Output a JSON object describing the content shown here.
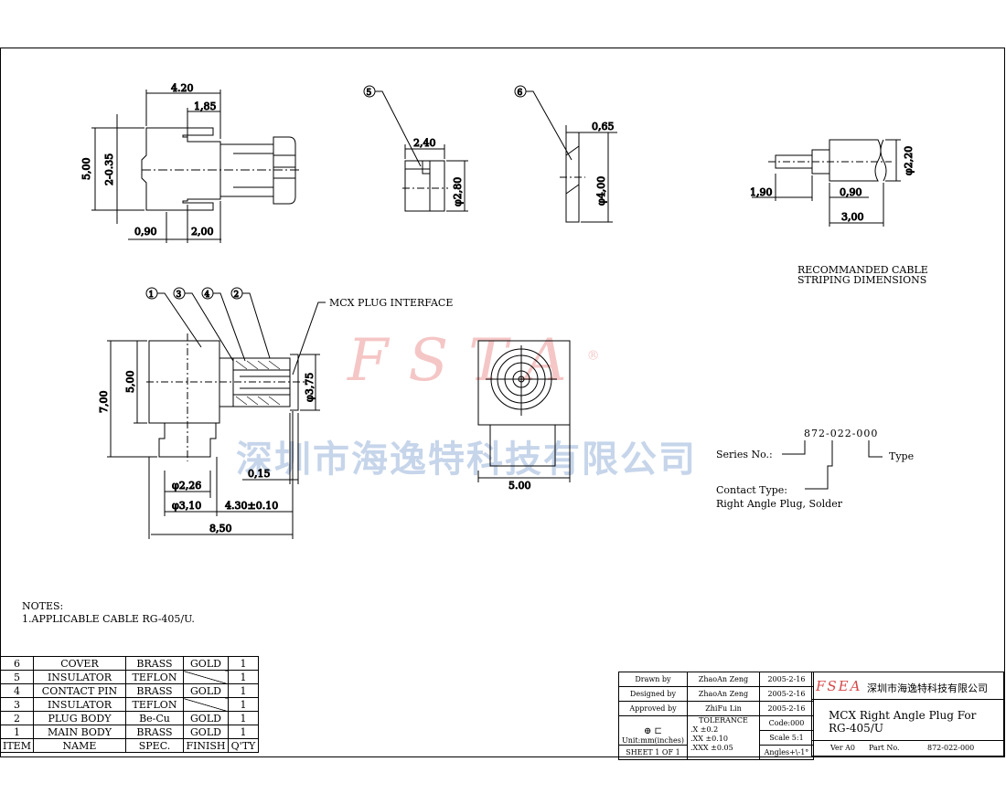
{
  "watermark": {
    "logo": "FSTA",
    "reg": "®",
    "company_cn": "深圳市海逸特科技有限公司"
  },
  "dims": {
    "d420": "4.20",
    "d185": "1,85",
    "d500a": "5,00",
    "d2035": "2-0.35",
    "d090a": "0,90",
    "d200": "2,00",
    "d240": "2,40",
    "d280": "φ2,80",
    "d065": "0,65",
    "d400": "φ4,00",
    "d220": "φ2,20",
    "d190": "1,90",
    "d090b": "0,90",
    "d300": "3,00",
    "d700": "7,00",
    "d500b": "5,00",
    "d375": "φ3,75",
    "d015": "0,15",
    "d226": "φ2,26",
    "d310": "φ3,10",
    "d430": "4.30±0.10",
    "d850": "8,50",
    "d500c": "5.00"
  },
  "callouts": {
    "c1": "1",
    "c2": "2",
    "c3": "3",
    "c4": "4",
    "c5": "5",
    "c6": "6"
  },
  "labels": {
    "mcx_interface": "MCX PLUG INTERFACE",
    "rec_line1": "RECOMMANDED CABLE",
    "rec_line2": "STRIPING DIMENSIONS",
    "part_no": "872-022-000",
    "series_no": "Series No.:",
    "type": "Type",
    "contact_type": "Contact Type:",
    "contact_value": "Right Angle Plug, Solder"
  },
  "notes": {
    "title": "NOTES:",
    "line1": "1.APPLICABLE CABLE RG-405/U."
  },
  "bom": {
    "header": [
      "ITEM",
      "NAME",
      "SPEC.",
      "FINISH",
      "Q'TY"
    ],
    "rows": [
      [
        "6",
        "COVER",
        "BRASS",
        "GOLD",
        "1"
      ],
      [
        "5",
        "INSULATOR",
        "TEFLON",
        "",
        "1"
      ],
      [
        "4",
        "CONTACT PIN",
        "BRASS",
        "GOLD",
        "1"
      ],
      [
        "3",
        "INSULATOR",
        "TEFLON",
        "",
        "1"
      ],
      [
        "2",
        "PLUG BODY",
        "Be-Cu",
        "GOLD",
        "1"
      ],
      [
        "1",
        "MAIN BODY",
        "BRASS",
        "GOLD",
        "1"
      ]
    ]
  },
  "title_block": {
    "drawn_label": "Drawn   by",
    "drawn_name": "ZhaoAn Zeng",
    "drawn_date": "2005-2-16",
    "designed_label": "Designed  by",
    "designed_name": "ZhaoAn Zeng",
    "designed_date": "2005-2-16",
    "approved_label": "Approved by",
    "approved_name": "ZhiFu Lin",
    "approved_date": "2005-2-16",
    "units": "Unit:mm(inches)",
    "tolerance": "TOLERANCE",
    "tol_x": ".X      ±0.2",
    "tol_xx": ".XX     ±0.10",
    "tol_xxx": ".XXX    ±0.05",
    "code": "Code:000",
    "scale": "Scale  5:1",
    "angles": "Angles+\\-1°",
    "sheet": "SHEET  1  OF  1",
    "logo": "FSEA",
    "company": "深圳市海逸特科技有限公司",
    "title1": "MCX  Right  Angle  Plug  For",
    "title2": "RG-405/U",
    "ver": "Ver  A0",
    "part_label": "Part  No.",
    "part_no": "872-022-000"
  }
}
